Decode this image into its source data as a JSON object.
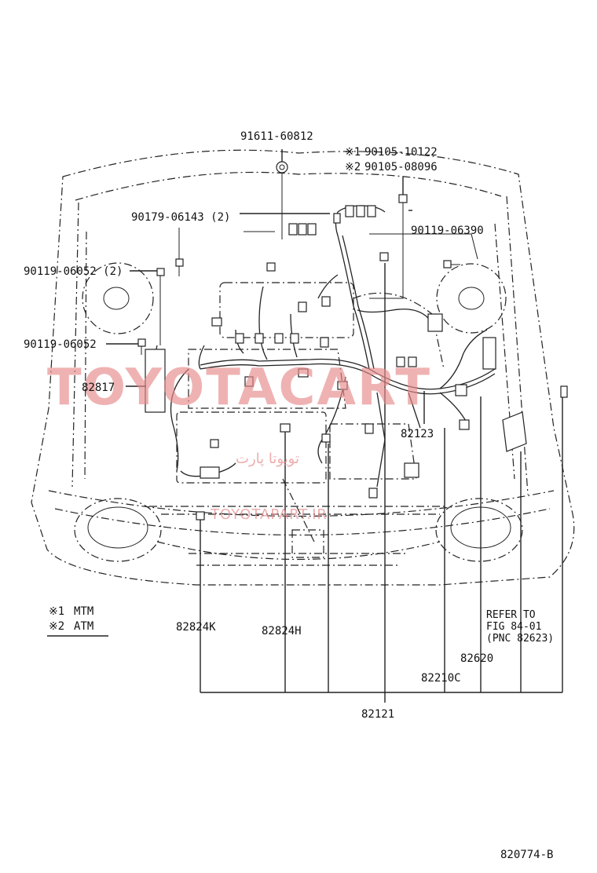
{
  "labels": {
    "p91611": "91611-60812",
    "p90105_a_mark": "※1",
    "p90105_a": "90105-10122",
    "p90105_b_mark": "※2",
    "p90105_b": "90105-08096",
    "p90179": "90179-06143 (2)",
    "p90119_06390": "90119-06390",
    "p90119_06052_2": "90119-06052 (2)",
    "p90119_06052": "90119-06052",
    "p82817": "82817",
    "p82123": "82123",
    "p82824K": "82824K",
    "p82824H": "82824H",
    "p82620": "82620",
    "p82210C": "82210C",
    "p82121": "82121",
    "refer_line1": "REFER TO",
    "refer_line2": "FIG 84-01",
    "refer_line3": "(PNC 82623)",
    "fig_code": "820774-B"
  },
  "legend": {
    "item1_mark": "※1",
    "item1_text": "MTM",
    "item2_mark": "※2",
    "item2_text": "ATM"
  },
  "watermark": {
    "main": "TOYOTACART",
    "site": "TOYOTAPART.IR",
    "persian": "تویوتا پارت"
  },
  "colors": {
    "line": "#222222",
    "watermark": "#e88a8a"
  }
}
